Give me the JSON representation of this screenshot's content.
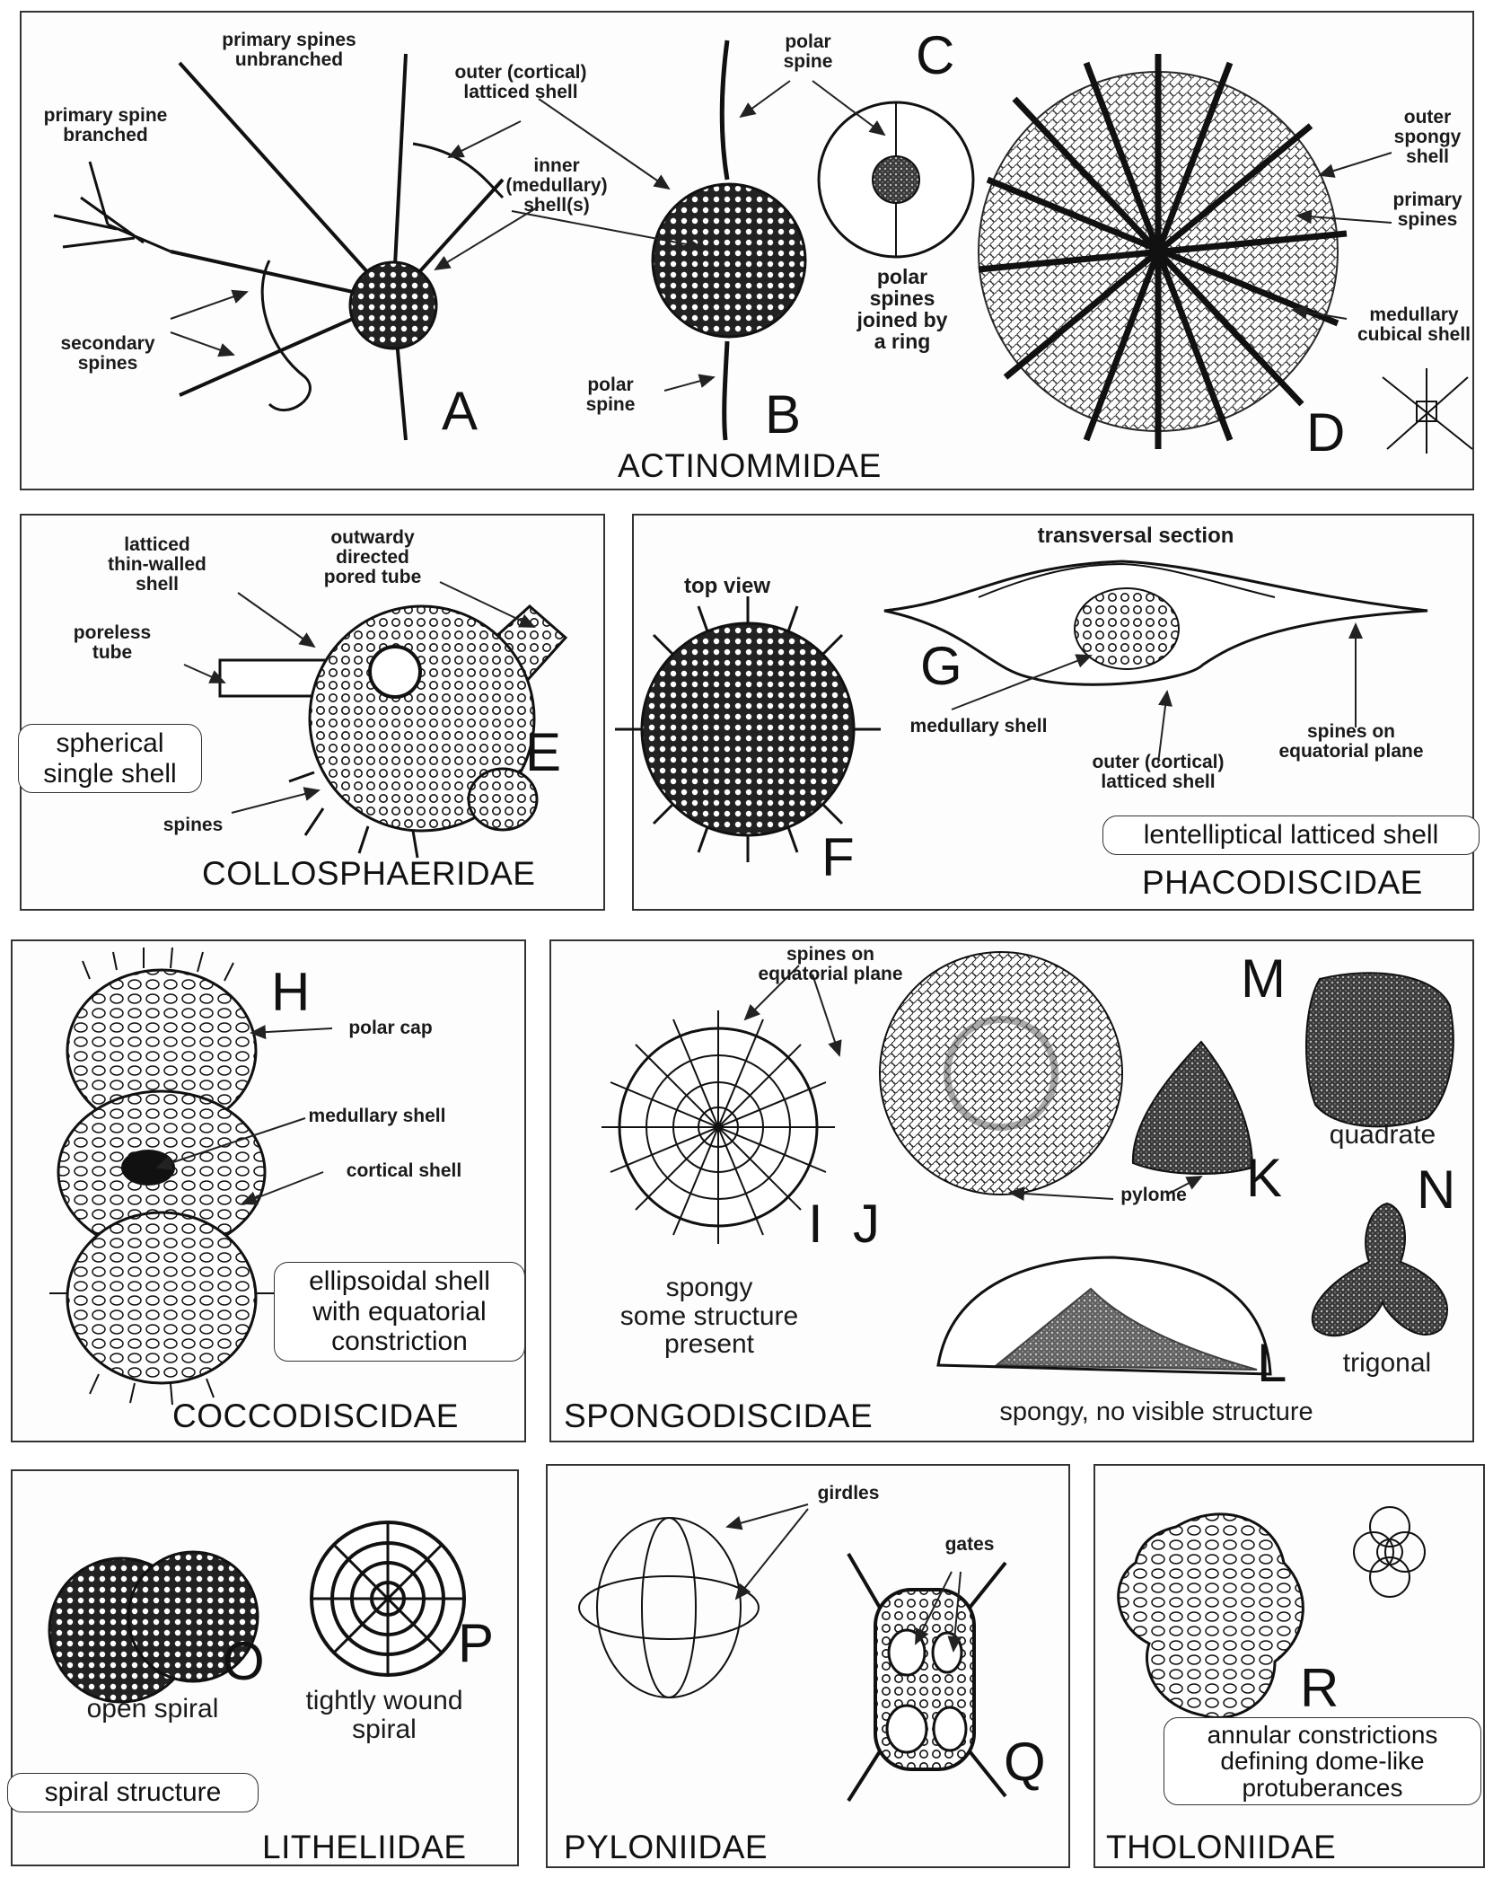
{
  "panels": {
    "actinommidae": {
      "family": "ACTINOMMIDAE",
      "labels": {
        "primary_spines_unbranched": "primary spines\nunbranched",
        "primary_spine_branched": "primary spine\nbranched",
        "outer_cortical_latticed_shell": "outer (cortical)\nlatticed shell",
        "inner_medullary_shells": "inner\n(medullary)\nshell(s)",
        "secondary_spines": "secondary\nspines",
        "polar_spine_top": "polar\nspine",
        "polar_spine_bottom": "polar\nspine",
        "polar_spines_joined": "polar\nspines\njoined by\na ring",
        "outer_spongy_shell": "outer\nspongy\nshell",
        "primary_spines": "primary\nspines",
        "medullary_cubical_shell": "medullary\ncubical shell"
      },
      "letters": [
        "A",
        "B",
        "C",
        "D"
      ]
    },
    "collosphaeridae": {
      "family": "COLLOSPHAERIDAE",
      "labels": {
        "latticed_thin_walled_shell": "latticed\nthin-walled\nshell",
        "outwardly_directed_pored_tube": "outwardy\ndirected\npored tube",
        "poreless_tube": "poreless\ntube",
        "spines": "spines"
      },
      "box": "spherical\nsingle shell",
      "letter": "E"
    },
    "phacodiscidae": {
      "family": "PHACODISCIDAE",
      "labels": {
        "transversal_section": "transversal section",
        "top_view": "top view",
        "medullary_shell": "medullary shell",
        "outer_cortical_latticed_shell": "outer (cortical)\nlatticed shell",
        "spines_on_equatorial_plane": "spines on\nequatorial plane"
      },
      "box": "lentelliptical latticed shell",
      "letters": [
        "F",
        "G"
      ]
    },
    "coccodiscidae": {
      "family": "COCCODISCIDAE",
      "labels": {
        "polar_cap": "polar cap",
        "medullary_shell": "medullary shell",
        "cortical_shell": "cortical shell"
      },
      "box": "ellipsoidal shell\nwith equatorial\nconstriction",
      "letter": "H"
    },
    "spongodiscidae": {
      "family": "SPONGODISCIDAE",
      "labels": {
        "spines_on_equatorial_plane": "spines on\nequatorial plane",
        "pylome": "pylome",
        "quadrate": "quadrate",
        "trigonal": "trigonal",
        "spongy_some_structure": "spongy\nsome structure\npresent",
        "spongy_no_visible": "spongy, no visible structure"
      },
      "letters": [
        "I",
        "J",
        "K",
        "L",
        "M",
        "N"
      ]
    },
    "litheliidae": {
      "family": "LITHELIIDAE",
      "labels": {
        "open_spiral": "open spiral",
        "tightly_wound_spiral": "tightly wound\nspiral"
      },
      "box": "spiral structure",
      "letters": [
        "O",
        "P"
      ]
    },
    "pyloniidae": {
      "family": "PYLONIIDAE",
      "labels": {
        "girdles": "girdles",
        "gates": "gates"
      },
      "letter": "Q"
    },
    "tholoniidae": {
      "family": "THOLONIIDAE",
      "box": "annular constrictions\ndefining dome-like\nprotuberances",
      "letter": "R"
    }
  },
  "colors": {
    "ink": "#1a1a1a",
    "border": "#333333",
    "paper": "#fdfdfd"
  }
}
